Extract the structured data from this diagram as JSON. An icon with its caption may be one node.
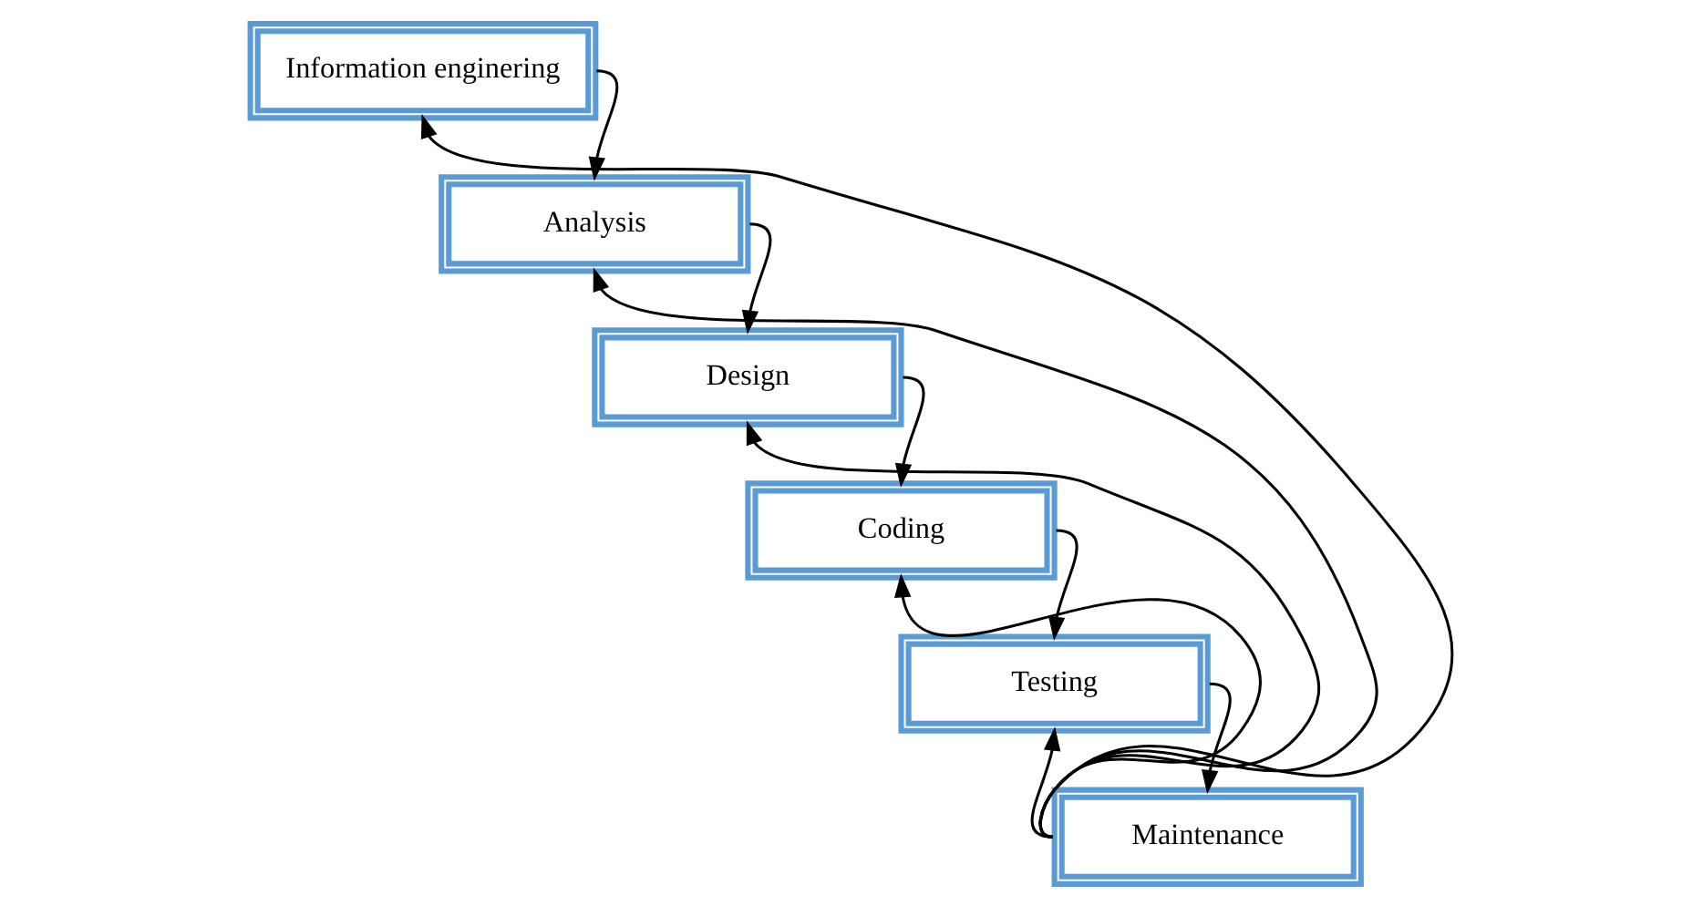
{
  "diagram": {
    "nodes": [
      {
        "text": [
          "Information enginering"
        ]
      },
      {
        "text": [
          "Analysis"
        ]
      },
      {
        "text": [
          "Design"
        ]
      },
      {
        "text": [
          "Coding"
        ]
      },
      {
        "text": [
          "Testing"
        ]
      },
      {
        "text": [
          "Maintenance"
        ]
      }
    ],
    "edges": [
      {
        "from": 0,
        "to": 1,
        "arrow": "to"
      },
      {
        "from": 1,
        "to": 2,
        "arrow": "to"
      },
      {
        "from": 2,
        "to": 3,
        "arrow": "to"
      },
      {
        "from": 3,
        "to": 4,
        "arrow": "to"
      },
      {
        "from": 4,
        "to": 5,
        "arrow": "to"
      },
      {
        "from": 5,
        "to": 0,
        "arrow": "to"
      },
      {
        "from": 5,
        "to": 1,
        "arrow": "to"
      },
      {
        "from": 5,
        "to": 2,
        "arrow": "to"
      },
      {
        "from": 5,
        "to": 3,
        "arrow": "to"
      },
      {
        "from": 5,
        "to": 4,
        "arrow": "to"
      }
    ]
  }
}
